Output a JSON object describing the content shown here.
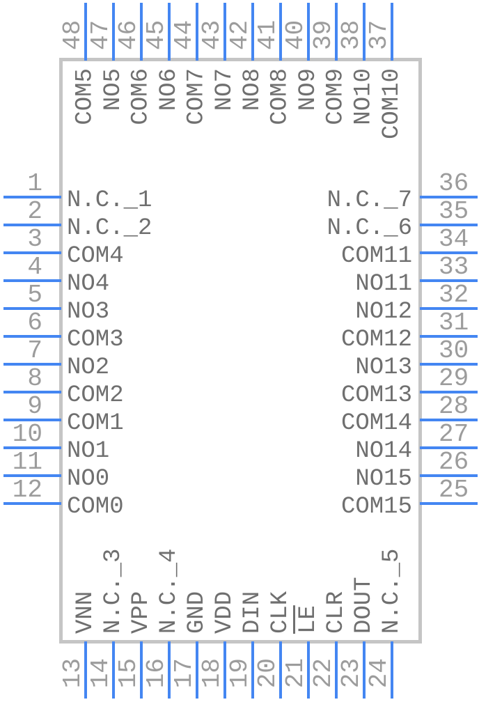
{
  "diagram": {
    "type": "ic-pinout",
    "description": "48-pin IC package pinout diagram",
    "colors": {
      "background": "#FFFFFF",
      "pin_line": "#4486F2",
      "pin_number_text": "#9C9C9C",
      "pin_label_text": "#6F6F6F",
      "package_border": "#C5C5C5",
      "package_fill": "#FFFFFF"
    },
    "pins": {
      "top": [
        {
          "number": "48",
          "label": "COM5"
        },
        {
          "number": "47",
          "label": "NO5"
        },
        {
          "number": "46",
          "label": "COM6"
        },
        {
          "number": "45",
          "label": "NO6"
        },
        {
          "number": "44",
          "label": "COM7"
        },
        {
          "number": "43",
          "label": "NO7"
        },
        {
          "number": "42",
          "label": "NO8"
        },
        {
          "number": "41",
          "label": "COM8"
        },
        {
          "number": "40",
          "label": "NO9"
        },
        {
          "number": "39",
          "label": "COM9"
        },
        {
          "number": "38",
          "label": "NO10"
        },
        {
          "number": "37",
          "label": "COM10"
        }
      ],
      "left": [
        {
          "number": "1",
          "label": "N.C._1"
        },
        {
          "number": "2",
          "label": "N.C._2"
        },
        {
          "number": "3",
          "label": "COM4"
        },
        {
          "number": "4",
          "label": "NO4"
        },
        {
          "number": "5",
          "label": "NO3"
        },
        {
          "number": "6",
          "label": "COM3"
        },
        {
          "number": "7",
          "label": "NO2"
        },
        {
          "number": "8",
          "label": "COM2"
        },
        {
          "number": "9",
          "label": "COM1"
        },
        {
          "number": "10",
          "label": "NO1"
        },
        {
          "number": "11",
          "label": "NO0"
        },
        {
          "number": "12",
          "label": "COM0"
        }
      ],
      "right": [
        {
          "number": "36",
          "label": "N.C._7"
        },
        {
          "number": "35",
          "label": "N.C._6"
        },
        {
          "number": "34",
          "label": "COM11"
        },
        {
          "number": "33",
          "label": "NO11"
        },
        {
          "number": "32",
          "label": "NO12"
        },
        {
          "number": "31",
          "label": "COM12"
        },
        {
          "number": "30",
          "label": "NO13"
        },
        {
          "number": "29",
          "label": "COM13"
        },
        {
          "number": "28",
          "label": "COM14"
        },
        {
          "number": "27",
          "label": "NO14"
        },
        {
          "number": "26",
          "label": "NO15"
        },
        {
          "number": "25",
          "label": "COM15"
        }
      ],
      "bottom": [
        {
          "number": "13",
          "label": "VNN"
        },
        {
          "number": "14",
          "label": "N.C._3"
        },
        {
          "number": "15",
          "label": "VPP"
        },
        {
          "number": "16",
          "label": "N.C._4"
        },
        {
          "number": "17",
          "label": "GND"
        },
        {
          "number": "18",
          "label": "VDD"
        },
        {
          "number": "19",
          "label": "DIN"
        },
        {
          "number": "20",
          "label": "CLK"
        },
        {
          "number": "21",
          "label": "LE",
          "overline": true
        },
        {
          "number": "22",
          "label": "CLR"
        },
        {
          "number": "23",
          "label": "DOUT"
        },
        {
          "number": "24",
          "label": "N.C._5"
        }
      ]
    }
  }
}
